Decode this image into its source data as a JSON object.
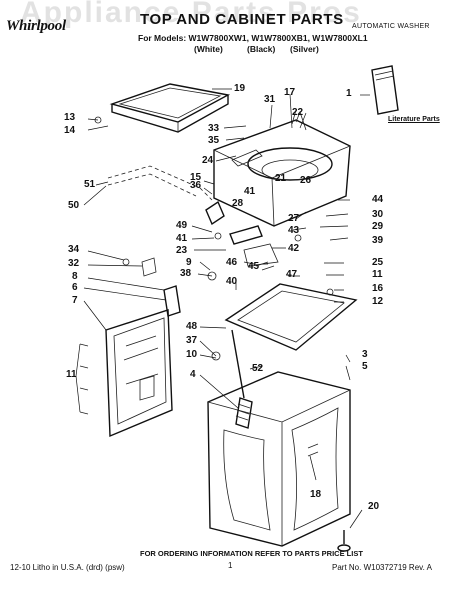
{
  "watermark": "Appliance Parts Pros",
  "header": {
    "brand": "Whirlpool",
    "title": "TOP AND CABINET PARTS",
    "subtitle_type": "AUTOMATIC WASHER",
    "models_line": "For Models: W1W7800XW1, W1W7800XB1, W1W7800XL1",
    "color_white": "(White)",
    "color_black": "(Black)",
    "color_silver": "(Silver)"
  },
  "literature_label": "Literature Parts",
  "callouts": [
    "1",
    "19",
    "31",
    "17",
    "22",
    "13",
    "14",
    "33",
    "35",
    "24",
    "15",
    "36",
    "51",
    "50",
    "41",
    "21",
    "26",
    "28",
    "44",
    "30",
    "29",
    "39",
    "27",
    "43",
    "49",
    "41",
    "23",
    "42",
    "34",
    "9",
    "46",
    "45",
    "25",
    "47",
    "11",
    "32",
    "8",
    "38",
    "40",
    "16",
    "12",
    "6",
    "7",
    "48",
    "37",
    "10",
    "3",
    "5",
    "52",
    "4",
    "11",
    "18",
    "20"
  ],
  "footer": {
    "ordering_info": "FOR ORDERING INFORMATION REFER TO PARTS PRICE LIST",
    "page_number": "1",
    "litho": "12-10 Litho in U.S.A. (drd) (psw)",
    "part_no": "Part No. W10372719 Rev. A"
  }
}
